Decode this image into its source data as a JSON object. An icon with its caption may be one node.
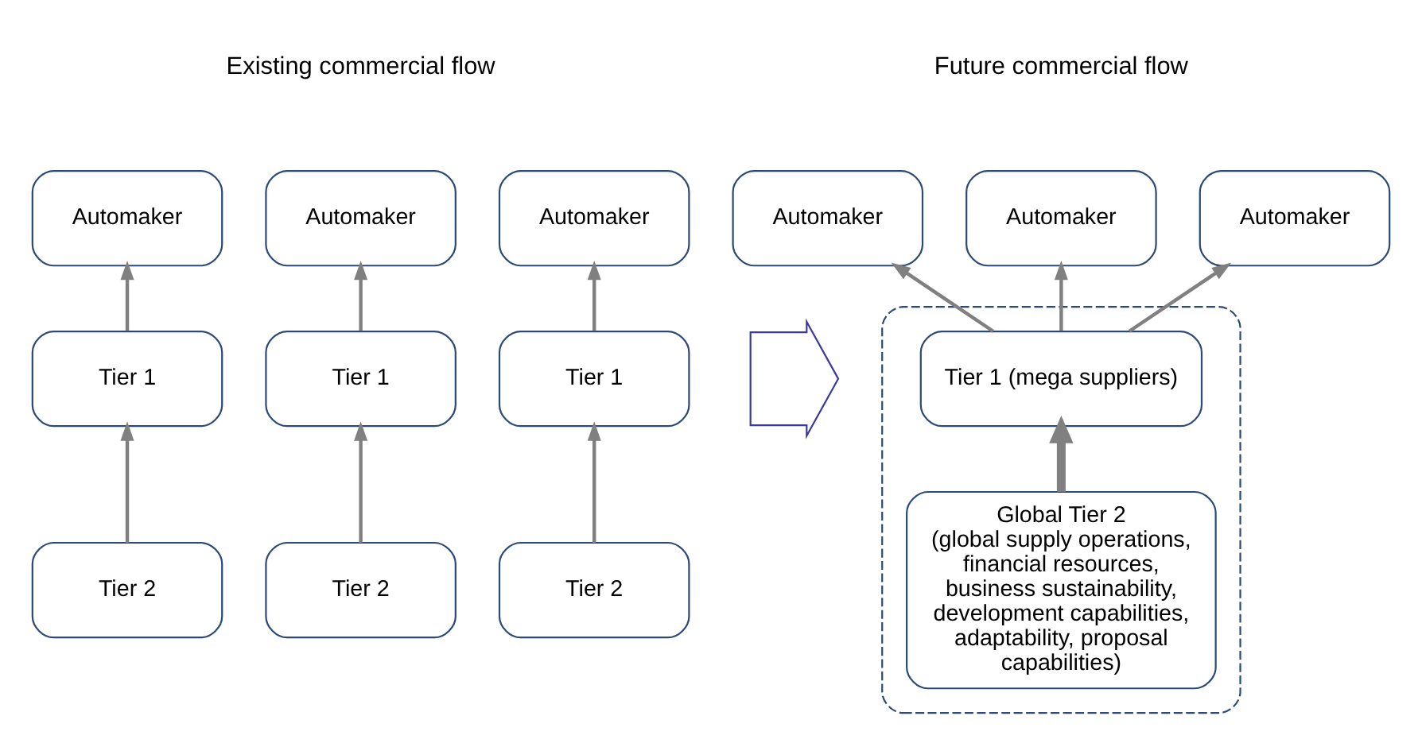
{
  "diagram": {
    "nodes": [
      {
        "text": [
          "Automaker"
        ]
      },
      {
        "text": [
          "Automaker"
        ]
      },
      {
        "text": [
          "Automaker"
        ]
      },
      {
        "text": [
          "Tier 1"
        ]
      },
      {
        "text": [
          "Tier 1"
        ]
      },
      {
        "text": [
          "Tier 1"
        ]
      },
      {
        "text": [
          "Tier 2"
        ]
      },
      {
        "text": [
          "Tier 2"
        ]
      },
      {
        "text": [
          "Tier 2"
        ]
      },
      {
        "text": [],
        "shape": "arrow"
      },
      {
        "text": [
          "Automaker"
        ]
      },
      {
        "text": [
          "Automaker"
        ]
      },
      {
        "text": [
          "Automaker"
        ]
      },
      {
        "text": [],
        "shape": "box"
      },
      {
        "text": [
          "Tier 1 (mega suppliers)"
        ],
        "in": 13
      },
      {
        "text": [
          "Global Tier 2",
          "(global supply operations, financial resources, business sustainability, development capabilities, adaptability, proposal capabilities)"
        ],
        "in": 13
      }
    ],
    "edges": [
      {
        "from": 3,
        "to": 0,
        "arrow": "to"
      },
      {
        "from": 4,
        "to": 1,
        "arrow": "to"
      },
      {
        "from": 5,
        "to": 2,
        "arrow": "to"
      },
      {
        "from": 6,
        "to": 3,
        "arrow": "to"
      },
      {
        "from": 7,
        "to": 4,
        "arrow": "to"
      },
      {
        "from": 8,
        "to": 5,
        "arrow": "to"
      },
      {
        "from": 14,
        "to": 10,
        "arrow": "to"
      },
      {
        "from": 14,
        "to": 11,
        "arrow": "to"
      },
      {
        "from": 14,
        "to": 12,
        "arrow": "to"
      },
      {
        "from": 15,
        "to": 14,
        "arrow": "to",
        "style": "thick"
      }
    ],
    "labels": [
      "Existing commercial flow",
      "Future commercial flow"
    ]
  }
}
